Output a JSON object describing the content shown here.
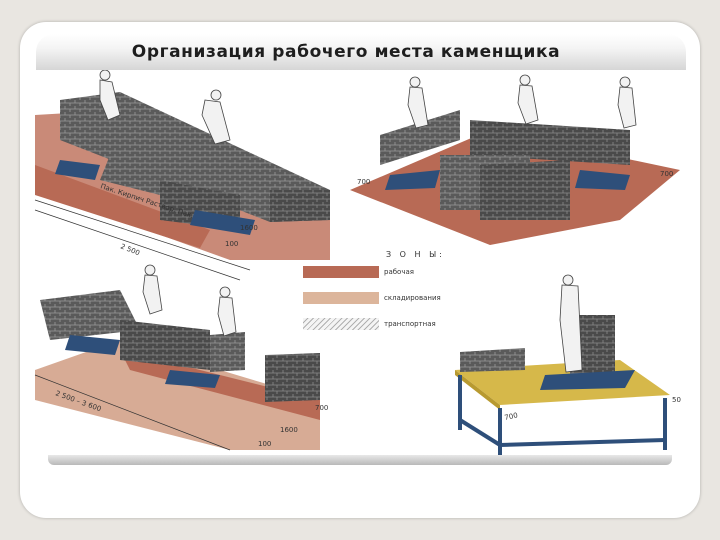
{
  "slide": {
    "title": "Организация рабочего места каменщика"
  },
  "legend": {
    "heading": "З О Н Ы:",
    "zones": [
      {
        "label": "рабочая",
        "color": "#b86a55"
      },
      {
        "label": "складирования",
        "color": "#dcb59b"
      },
      {
        "label": "транспортная",
        "color": "#f1f1f1"
      }
    ]
  },
  "dimensions": {
    "top_left": {
      "length": "2 500",
      "width": "1600",
      "offset": "100",
      "pallet_label": "Пак. Кирпич Раствор. Пак."
    },
    "top_right": {
      "left": "700",
      "right": "700"
    },
    "bottom_left": {
      "length": "2 500 – 3 600",
      "width": "1600",
      "offset": "100",
      "end": "700"
    },
    "bottom_right": {
      "depth": "700",
      "height": "50"
    }
  }
}
